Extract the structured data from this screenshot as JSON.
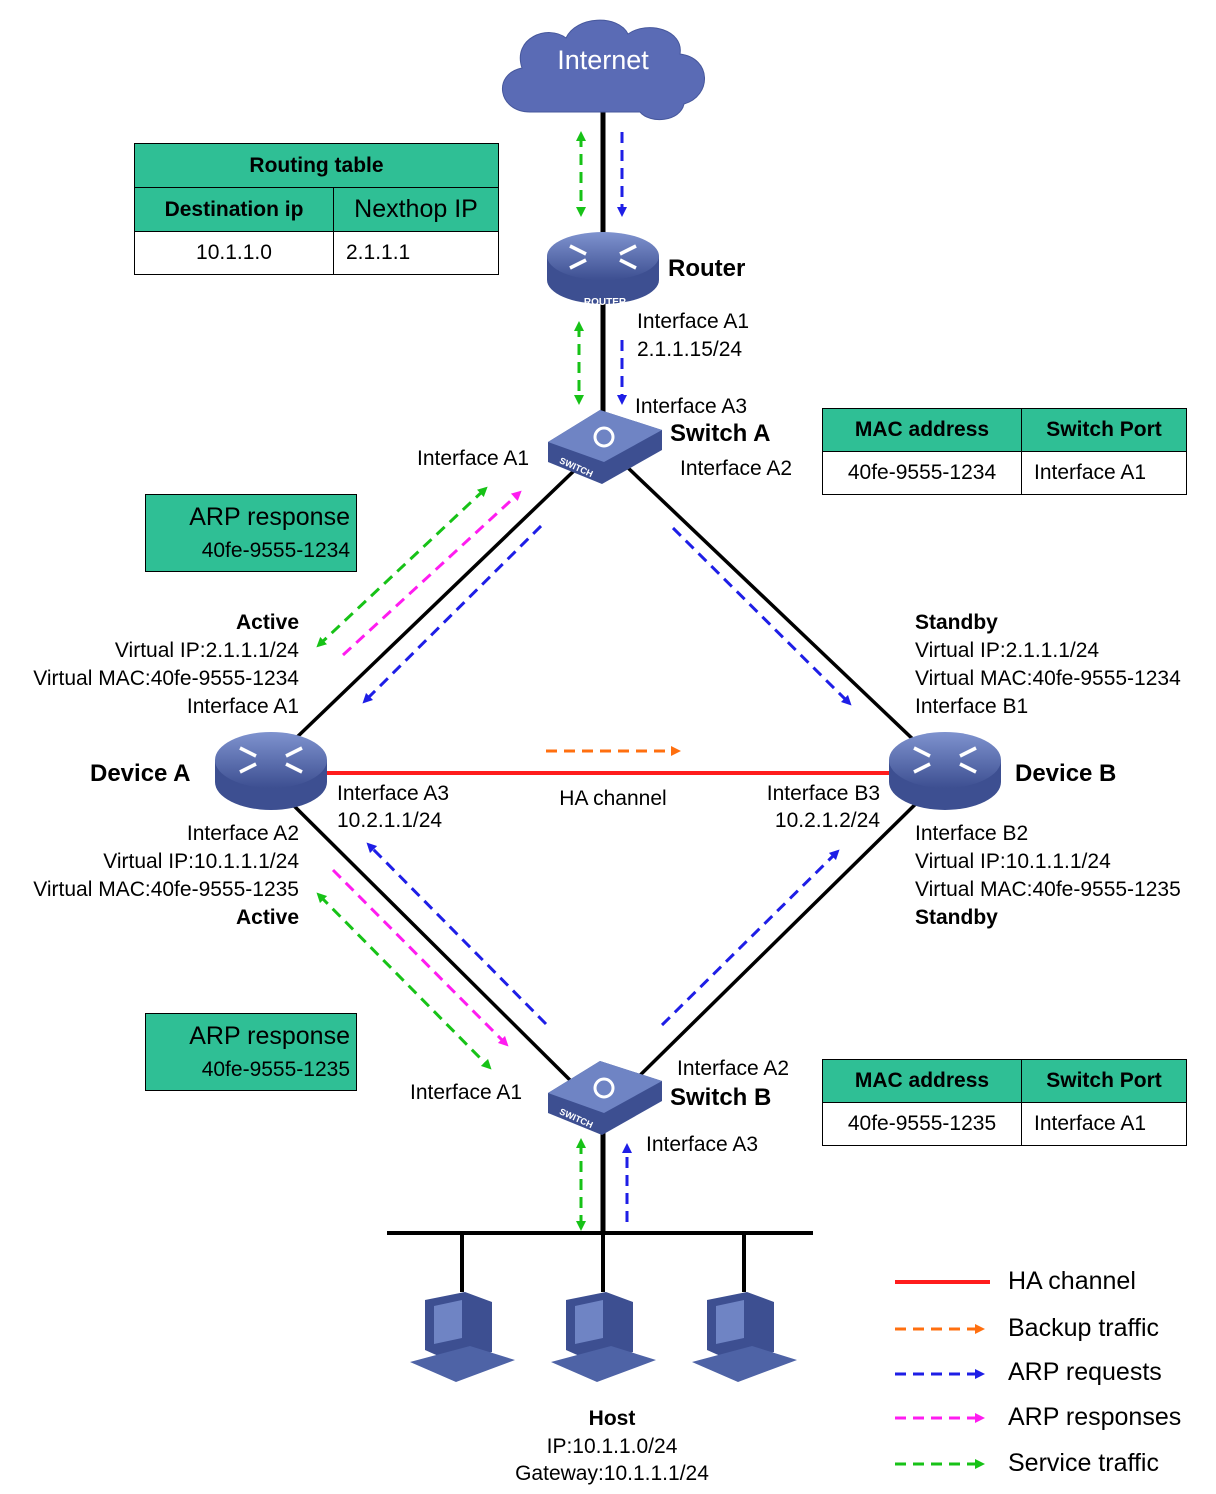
{
  "nodes": {
    "internet": "Internet",
    "router": "Router",
    "router_badge": "ROUTER",
    "switch_a": "Switch A",
    "switch_b": "Switch B",
    "switch_badge": "SWITCH",
    "device_a": "Device A",
    "device_b": "Device B",
    "ha_channel": "HA channel"
  },
  "interfaces": {
    "router_a1": "Interface A1",
    "router_a1_ip": "2.1.1.15/24",
    "swa_a3": "Interface A3",
    "swa_a1": "Interface A1",
    "swa_a2": "Interface A2",
    "swb_a1": "Interface A1",
    "swb_a2": "Interface A2",
    "swb_a3": "Interface A3",
    "deva_a3": "Interface A3",
    "deva_a3_ip": "10.2.1.1/24",
    "devb_b3": "Interface B3",
    "devb_b3_ip": "10.2.1.2/24"
  },
  "device_a_upper": {
    "state": "Active",
    "vip": "Virtual IP:2.1.1.1/24",
    "vmac": "Virtual MAC:40fe-9555-1234",
    "iface": "Interface A1"
  },
  "device_a_lower": {
    "iface": "Interface A2",
    "vip": "Virtual IP:10.1.1.1/24",
    "vmac": "Virtual MAC:40fe-9555-1235",
    "state": "Active"
  },
  "device_b_upper": {
    "state": "Standby",
    "vip": "Virtual IP:2.1.1.1/24",
    "vmac": "Virtual MAC:40fe-9555-1234",
    "iface": "Interface B1"
  },
  "device_b_lower": {
    "iface": "Interface B2",
    "vip": "Virtual IP:10.1.1.1/24",
    "vmac": "Virtual MAC:40fe-9555-1235",
    "state": "Standby"
  },
  "routing_table": {
    "title": "Routing table",
    "col1": "Destination ip",
    "col2": "Nexthop IP",
    "row_dest": "10.1.1.0",
    "row_next": "2.1.1.1"
  },
  "mac_table_a": {
    "col1": "MAC address",
    "col2": "Switch Port",
    "mac": "40fe-9555-1234",
    "port": "Interface A1"
  },
  "mac_table_b": {
    "col1": "MAC address",
    "col2": "Switch Port",
    "mac": "40fe-9555-1235",
    "port": "Interface A1"
  },
  "arp_top": {
    "title": "ARP response",
    "mac": "40fe-9555-1234"
  },
  "arp_bottom": {
    "title": "ARP response",
    "mac": "40fe-9555-1235"
  },
  "host": {
    "title": "Host",
    "ip": "IP:10.1.1.0/24",
    "gateway": "Gateway:10.1.1.1/24"
  },
  "legend": {
    "ha": "HA channel",
    "backup": "Backup traffic",
    "arp_req": "ARP requests",
    "arp_resp": "ARP responses",
    "service": "Service traffic"
  },
  "colors": {
    "ha": "#ff1c1c",
    "backup": "#ff6f0f",
    "arp_req": "#1e1ee6",
    "arp_resp": "#ff1cf0",
    "service": "#17c217",
    "table_header": "#2fbf95",
    "device": "#4e63a6"
  }
}
